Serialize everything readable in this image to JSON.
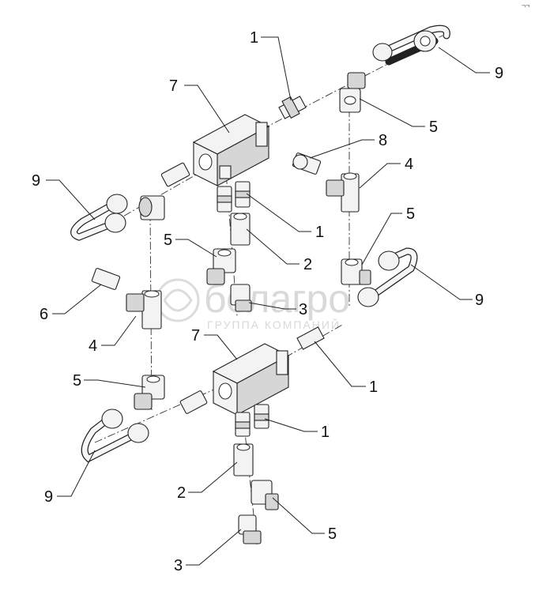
{
  "watermark": {
    "logo_text": "белагро",
    "subtitle": "ГРУППА КОМПАНИЙ"
  },
  "corner_mark": "¬¬",
  "callouts": [
    {
      "id": "c1a",
      "text": "1"
    },
    {
      "id": "c9a",
      "text": "9"
    },
    {
      "id": "c7a",
      "text": "7"
    },
    {
      "id": "c5a",
      "text": "5"
    },
    {
      "id": "c8",
      "text": "8"
    },
    {
      "id": "c9b",
      "text": "9"
    },
    {
      "id": "c4a",
      "text": "4"
    },
    {
      "id": "c1b",
      "text": "1"
    },
    {
      "id": "c5b",
      "text": "5"
    },
    {
      "id": "c5c",
      "text": "5"
    },
    {
      "id": "c2a",
      "text": "2"
    },
    {
      "id": "c9c",
      "text": "9"
    },
    {
      "id": "c6",
      "text": "6"
    },
    {
      "id": "c3a",
      "text": "3"
    },
    {
      "id": "c4b",
      "text": "4"
    },
    {
      "id": "c7b",
      "text": "7"
    },
    {
      "id": "c1c",
      "text": "1"
    },
    {
      "id": "c5d",
      "text": "5"
    },
    {
      "id": "c1d",
      "text": "1"
    },
    {
      "id": "c2b",
      "text": "2"
    },
    {
      "id": "c9d",
      "text": "9"
    },
    {
      "id": "c5e",
      "text": "5"
    },
    {
      "id": "c3b",
      "text": "3"
    }
  ]
}
